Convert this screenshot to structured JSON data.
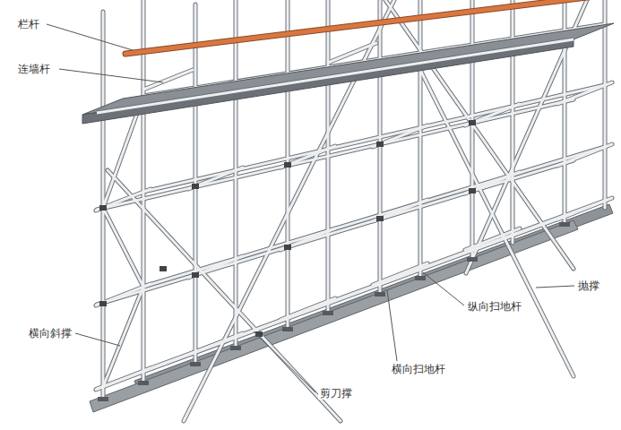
{
  "diagram": {
    "labels": [
      "栏杆",
      "连墙杆",
      "抛撑",
      "纵向扫地杆",
      "横向斜撑",
      "横向扫地杆",
      "剪刀撑"
    ]
  }
}
